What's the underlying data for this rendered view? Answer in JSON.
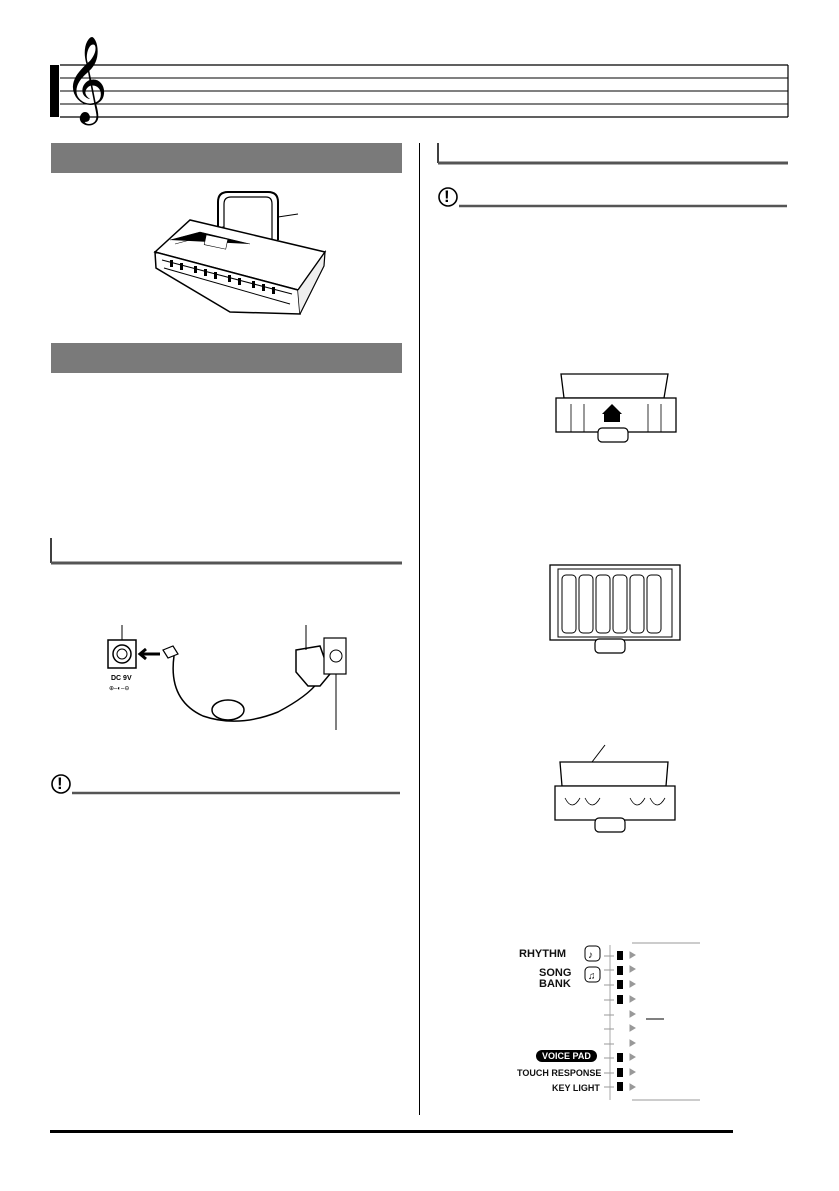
{
  "adaptor_jack": {
    "line1": "DC 9V"
  },
  "indicator_panel": {
    "rhythm": "RHYTHM",
    "song_bank_line1": "SONG",
    "song_bank_line2": "BANK",
    "voice_pad": "VOICE PAD",
    "touch_response": "TOUCH RESPONSE",
    "key_light": "KEY LIGHT"
  },
  "icons": {
    "treble_clef": "treble-clef-icon",
    "note_caution_1": "caution-icon",
    "note_caution_2": "caution-icon"
  },
  "colors": {
    "section_bar": "#7a7a7a",
    "ink": "#000000"
  }
}
